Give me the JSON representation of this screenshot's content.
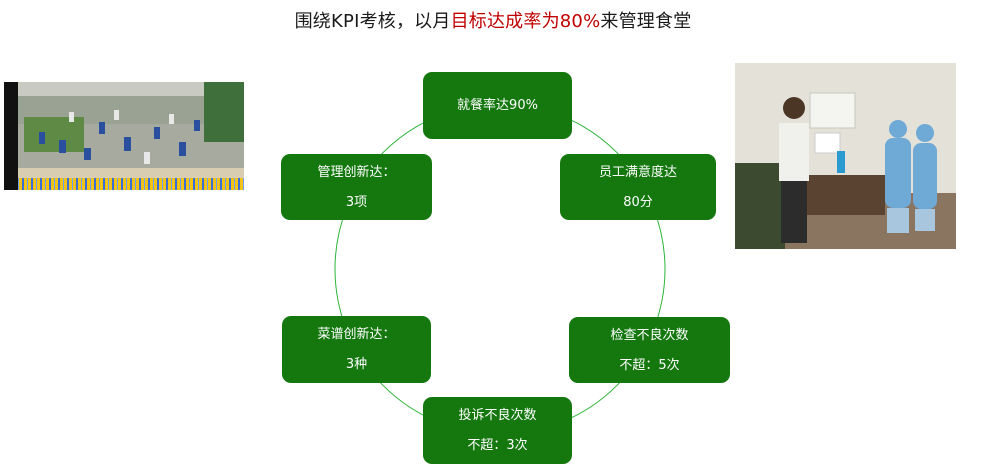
{
  "title": {
    "prefix": "围绕KPI考核，以月",
    "highlight": "目标达成率为80%",
    "suffix": "来管理食堂"
  },
  "colors": {
    "box": "#14780f",
    "ring": "#2db53a",
    "highlight": "#c00000"
  },
  "kpis": [
    {
      "line1": "就餐率达90%",
      "line2": ""
    },
    {
      "line1": "员工满意度达",
      "line2": "80分"
    },
    {
      "line1": "检查不良次数",
      "line2": "不超：5次"
    },
    {
      "line1": "投诉不良次数",
      "line2": "不超：3次"
    },
    {
      "line1": "菜谱创新达：",
      "line2": "3种"
    },
    {
      "line1": "管理创新达：",
      "line2": "3项"
    }
  ]
}
